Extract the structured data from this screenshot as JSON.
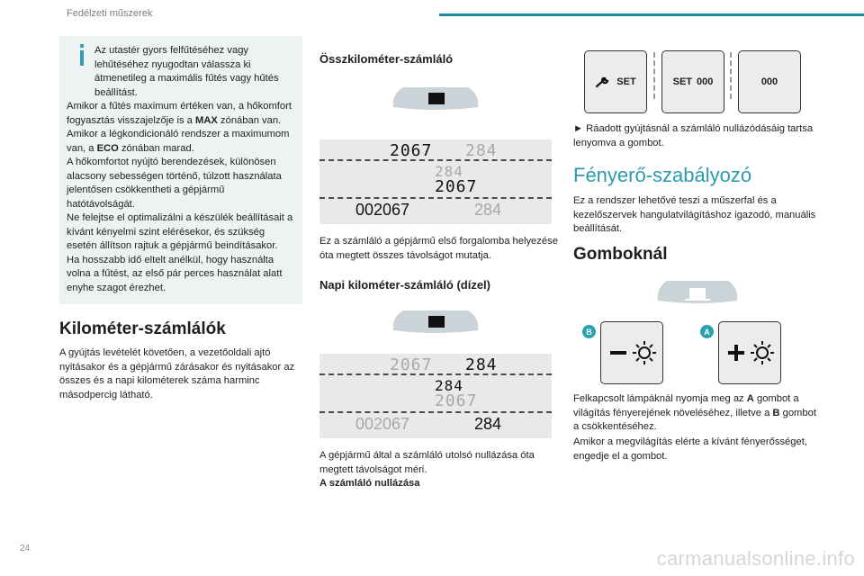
{
  "header": {
    "running_title": "Fedélzeti műszerek"
  },
  "footer": {
    "page_number": "24",
    "watermark": "carmanualsonline.info"
  },
  "info_box": {
    "icon": "info-icon",
    "p1": "Az utastér gyors felfűtéséhez vagy lehűtéséhez nyugodtan válassza ki átmenetileg a maximális fűtés vagy hűtés beállítást.",
    "p2a": "Amikor a fűtés maximum értéken van, a hőkomfort fogyasztás visszajelzője is a ",
    "p2b": "MAX",
    "p2c": " zónában van. Amikor a légkondicionáló rendszer a maximumom van, a ",
    "p2d": "ECO",
    "p2e": " zónában marad.",
    "p3": "A hőkomfortot nyújtó berendezések, különösen alacsony sebességen történő, túlzott használata jelentősen csökkentheti a gépjármű hatótávolságát.",
    "p4": "Ne felejtse el optimalizálni a készülék beállításait a kívánt kényelmi szint elérésekor, és szükség esetén állítson rajtuk a gépjármű beindításakor.",
    "p5": "Ha hosszabb idő eltelt anélkül, hogy használta volna a fűtést, az első pár perces használat alatt enyhe szagot érezhet."
  },
  "odometers": {
    "title": "Kilométer-számlálók",
    "text": "A gyújtás levételét követően, a vezetőoldali ajtó nyitásakor és a gépjármű zárásakor és nyitásakor az összes és a napi kilométerek száma harminc másodpercig látható."
  },
  "total": {
    "title": "Összkilométer-számláló",
    "text": "Ez a számláló a gépjármű első forgalomba helyezése óta megtett összes távolságot mutatja.",
    "row1_left": "2067",
    "row1_right": "284",
    "row2_top": "284",
    "row2_bottom": "2067",
    "row3_left": "002067",
    "row3_right": "284"
  },
  "trip": {
    "title": "Napi kilométer-számláló (dízel)",
    "text": "A gépjármű által a számláló utolsó nullázása óta megtett távolságot méri.",
    "reset_title": "A számláló nullázása",
    "row1_left": "2067",
    "row1_right": "284",
    "row2_top": "284",
    "row2_bottom": "2067",
    "row3_left": "002067",
    "row3_right": "284"
  },
  "reset_steps": {
    "step1_label": "SET",
    "step2_label": "SET",
    "step2_value": "000",
    "step3_value": "000",
    "instruction": "► Ráadott gyújtásnál a számláló nullázódásáig tartsa lenyomva a gombot."
  },
  "brightness": {
    "title": "Fényerő-szabályozó",
    "text": "Ez a rendszer lehetővé teszi a műszerfal és a kezelőszervek hangulatvilágításhoz igazodó, manuális beállítását.",
    "buttons_title": "Gomboknál",
    "label_b": "B",
    "label_a": "A",
    "p1a": "Felkapcsolt lámpáknál nyomja meg az ",
    "p1b": "A",
    "p1c": " gombot a világítás fényerejének növeléséhez, illetve a ",
    "p1d": "B",
    "p1e": " gombot a csökkentéséhez.",
    "p2": "Amikor a megvilágítás elérte a kívánt fényerősséget, engedje el a gombot."
  }
}
